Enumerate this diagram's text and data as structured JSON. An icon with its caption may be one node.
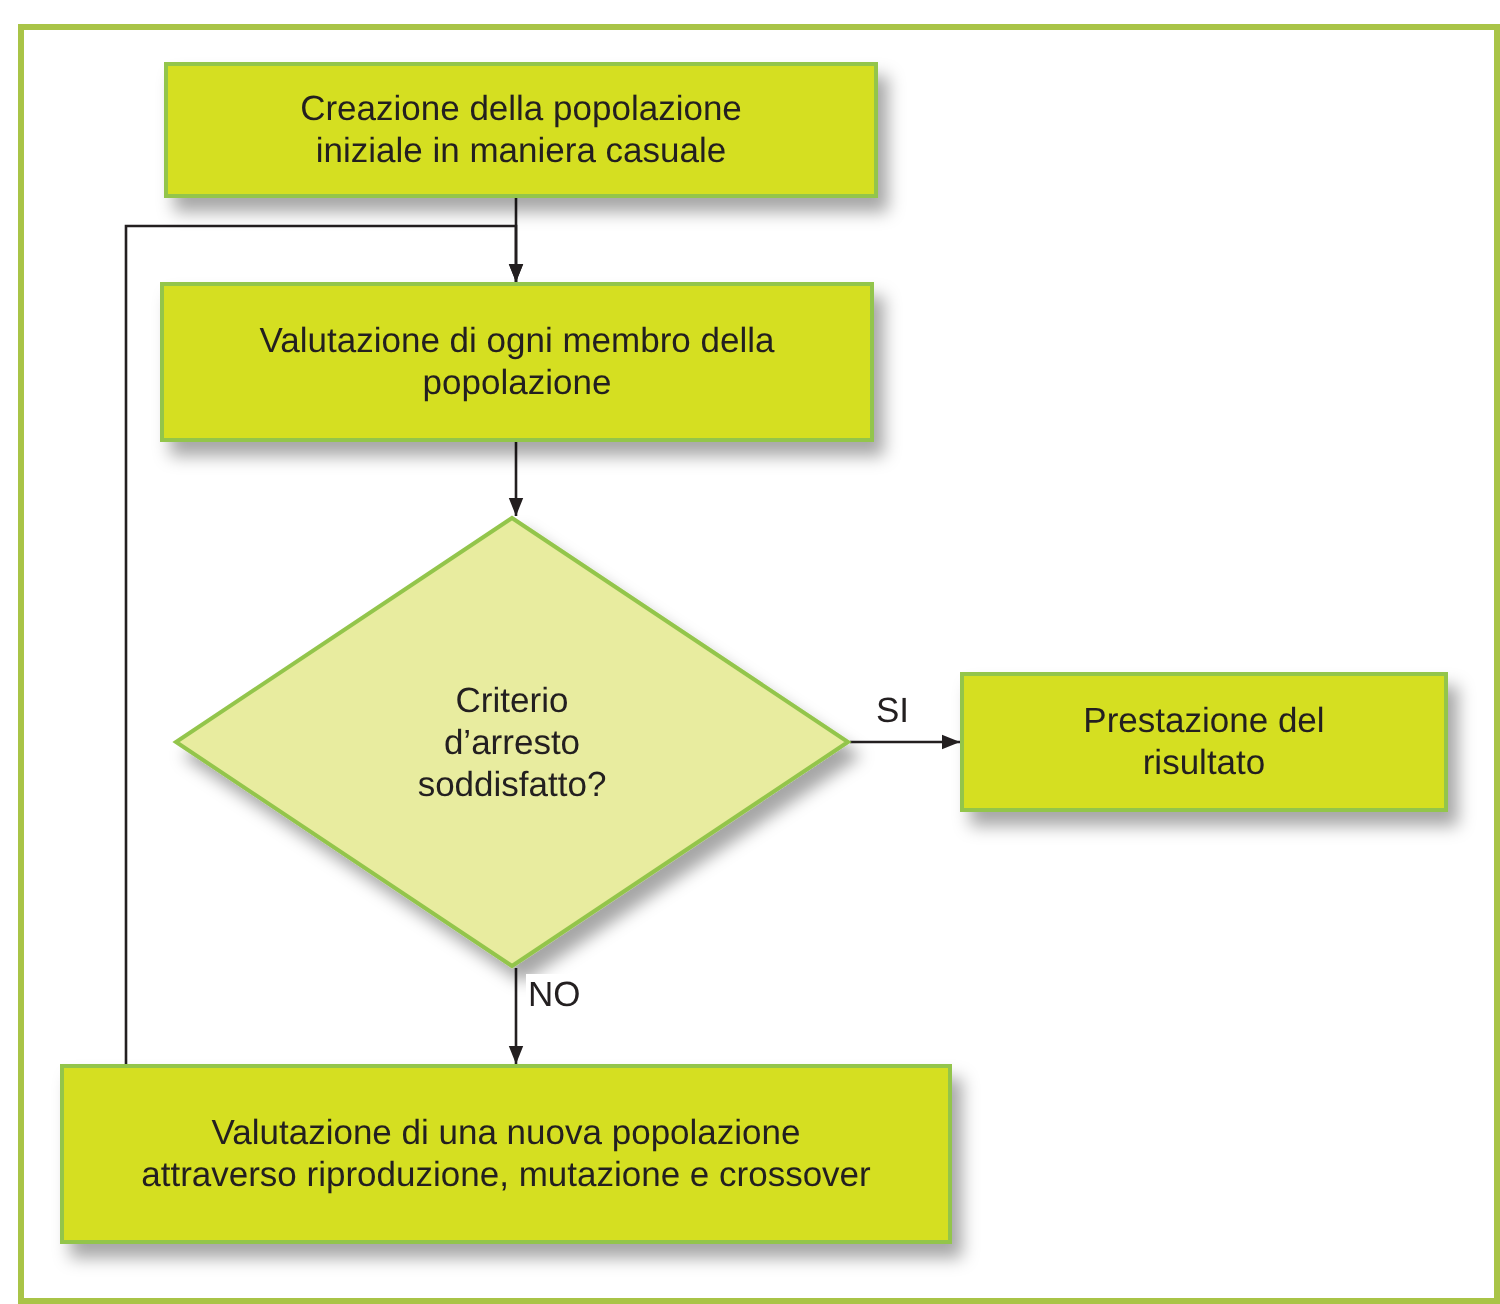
{
  "diagram": {
    "nodes": [
      {
        "text": [
          "Creazione della popolazione iniziale in maniera casuale"
        ]
      },
      {
        "text": [
          "Valutazione di ogni membro della popolazione"
        ]
      },
      {
        "text": [
          "Criterio d’arresto soddisfatto?"
        ]
      },
      {
        "text": [
          "Prestazione del risultato"
        ]
      },
      {
        "text": [
          "Valutazione di una nuova popolazione attraverso riproduzione, mutazione e crossover"
        ]
      }
    ],
    "edges": [
      {
        "from": 0,
        "to": 1,
        "arrow": "to"
      },
      {
        "from": 1,
        "to": 2,
        "arrow": "to"
      },
      {
        "from": 2,
        "to": 3,
        "arrow": "to",
        "label": "SI"
      },
      {
        "from": 2,
        "to": 4,
        "arrow": "to",
        "label": "NO"
      },
      {
        "from": 4,
        "to": 1,
        "arrow": "to"
      }
    ]
  }
}
